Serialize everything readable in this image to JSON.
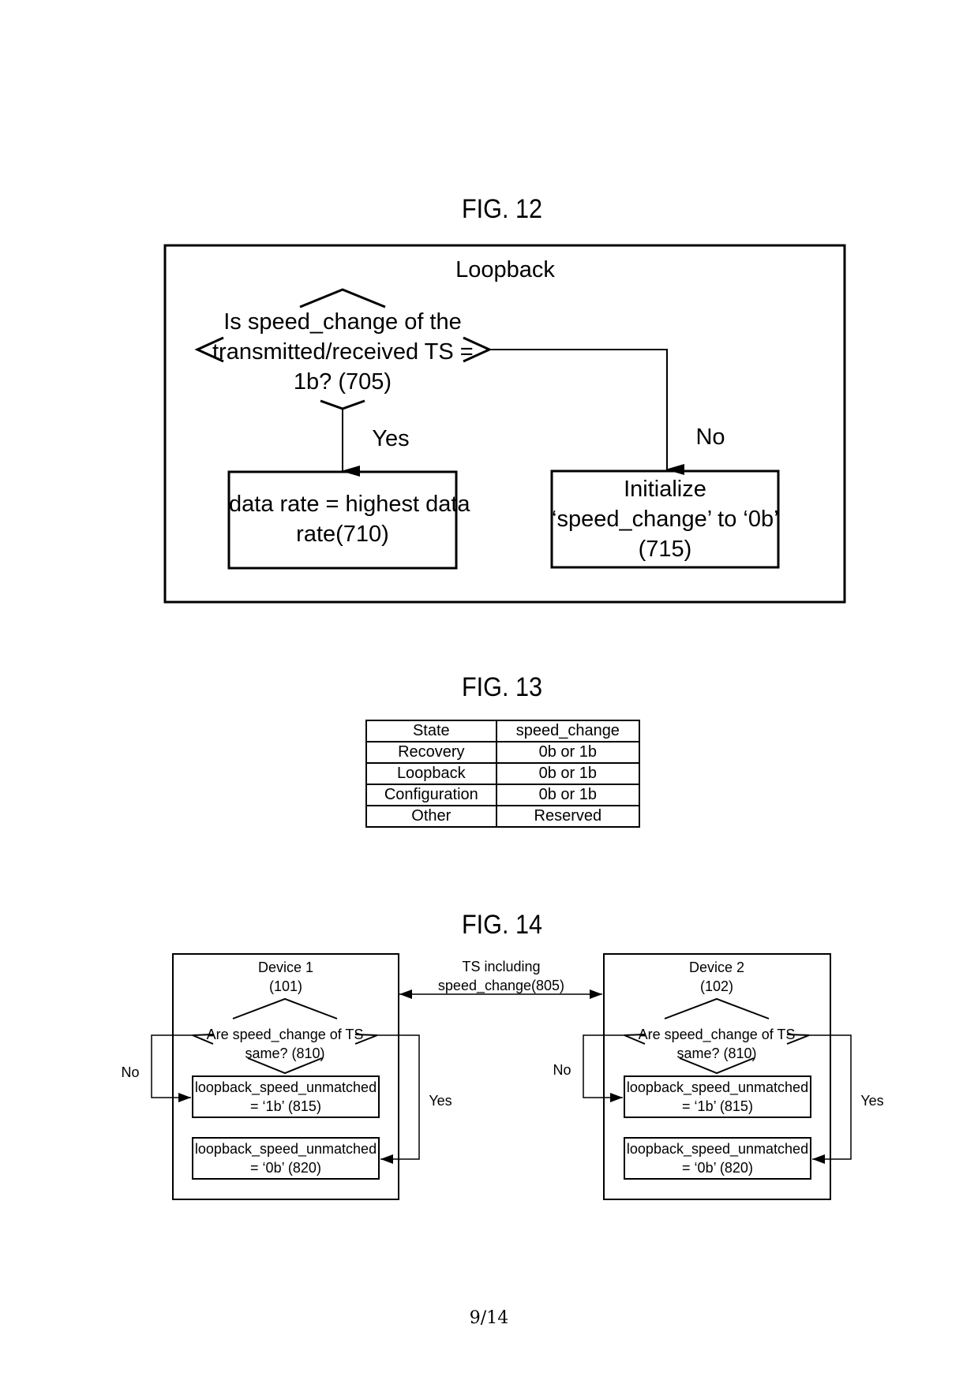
{
  "fig12": {
    "title": "FIG. 12",
    "container_label": "Loopback",
    "decision": {
      "lines": [
        "Is speed_change of the",
        "transmitted/received TS =",
        "1b? (705)"
      ]
    },
    "yes_label": "Yes",
    "no_label": "No",
    "yes_box": {
      "lines": [
        "data rate = highest data",
        "rate(710)"
      ]
    },
    "no_box": {
      "lines": [
        "Initialize",
        "‘speed_change’ to ‘0b’",
        "(715)"
      ]
    }
  },
  "fig13": {
    "title": "FIG. 13",
    "headers": [
      "State",
      "speed_change"
    ],
    "rows": [
      [
        "Recovery",
        "0b or 1b"
      ],
      [
        "Loopback",
        "0b or 1b"
      ],
      [
        "Configuration",
        "0b or 1b"
      ],
      [
        "Other",
        "Reserved"
      ]
    ]
  },
  "fig14": {
    "title": "FIG. 14",
    "link_label": [
      "TS including",
      "speed_change(805)"
    ],
    "devices": [
      {
        "name": [
          "Device 1",
          "(101)"
        ],
        "decision": [
          "Are speed_change of TS",
          "same? (810)"
        ],
        "box_no": [
          "loopback_speed_unmatched",
          "= ‘1b’ (815)"
        ],
        "box_yes": [
          "loopback_speed_unmatched",
          "= ‘0b’ (820)"
        ],
        "no_label": "No",
        "yes_label": "Yes"
      },
      {
        "name": [
          "Device 2",
          "(102)"
        ],
        "decision": [
          "Are speed_change of TS",
          "same? (810)"
        ],
        "box_no": [
          "loopback_speed_unmatched",
          "= ‘1b’ (815)"
        ],
        "box_yes": [
          "loopback_speed_unmatched",
          "= ‘0b’ (820)"
        ],
        "no_label": "No",
        "yes_label": "Yes"
      }
    ]
  },
  "page_number": "9/14"
}
